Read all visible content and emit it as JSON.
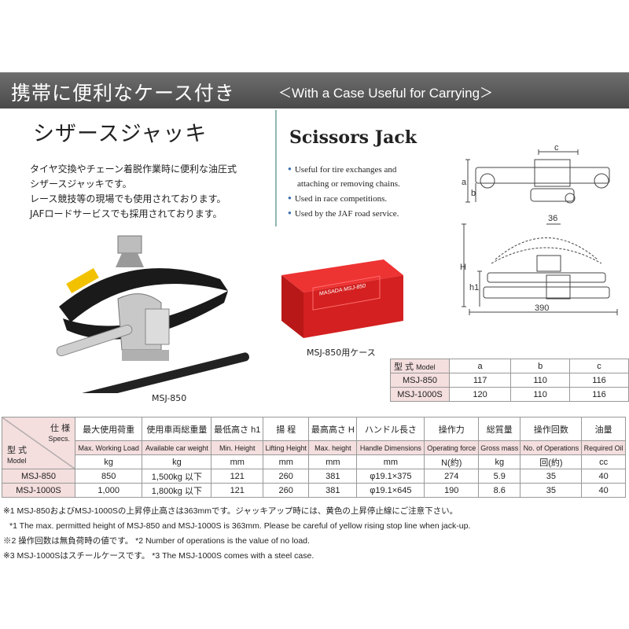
{
  "banner": {
    "jp": "携帯に便利なケース付き",
    "en": "＜With a Case Useful for Carrying＞"
  },
  "title_jp": "シザースジャッキ",
  "title_en": "Scissors Jack",
  "desc_jp": [
    "タイヤ交換やチェーン着脱作業時に便利な油圧式",
    "シザースジャッキです。",
    "レース競技等の現場でも使用されております。",
    "JAFロードサービスでも採用されております。"
  ],
  "desc_en": [
    "Useful for tire exchanges and",
    "attaching or removing chains.",
    "Used in race competitions.",
    "Used by the JAF road service."
  ],
  "captions": {
    "jack": "MSJ-850",
    "case": "MSJ-850用ケース",
    "case_label": "MASADA MSJ-850"
  },
  "diagram_labels": {
    "c": "c",
    "a": "a",
    "b": "b",
    "w36": "36",
    "H": "H",
    "h1": "h1",
    "w390": "390"
  },
  "small_table": {
    "header": {
      "model_jp": "型 式",
      "model_en": "Model",
      "cols": [
        "a",
        "b",
        "c"
      ]
    },
    "rows": [
      {
        "model": "MSJ-850",
        "values": [
          "117",
          "110",
          "116"
        ]
      },
      {
        "model": "MSJ-1000S",
        "values": [
          "120",
          "110",
          "116"
        ]
      }
    ]
  },
  "main_table": {
    "corner": {
      "spec_jp": "仕 様",
      "spec_en": "Specs.",
      "model_jp": "型 式",
      "model_en": "Model"
    },
    "cols": [
      {
        "jp": "最大使用荷重",
        "en": "Max. Working Load",
        "unit": "kg"
      },
      {
        "jp": "使用車両総重量",
        "en": "Available car weight",
        "unit": "kg"
      },
      {
        "jp": "最低高さ h1",
        "en": "Min. Height",
        "unit": "mm"
      },
      {
        "jp": "揚 程",
        "en": "Lifting Height",
        "unit": "mm"
      },
      {
        "jp": "最高高さ H",
        "en": "Max. height",
        "unit": "mm"
      },
      {
        "jp": "ハンドル長さ",
        "en": "Handle Dimensions",
        "unit": "mm"
      },
      {
        "jp": "操作力",
        "en": "Operating force",
        "unit": "N(約)"
      },
      {
        "jp": "総質量",
        "en": "Gross mass",
        "unit": "kg"
      },
      {
        "jp": "操作回数",
        "en": "No. of Operations",
        "unit": "回(約)"
      },
      {
        "jp": "油量",
        "en": "Required Oil",
        "unit": "cc"
      }
    ],
    "rows": [
      {
        "model": "MSJ-850",
        "values": [
          "850",
          "1,500kg 以下",
          "121",
          "260",
          "381",
          "φ19.1×375",
          "274",
          "5.9",
          "35",
          "40"
        ]
      },
      {
        "model": "MSJ-1000S",
        "values": [
          "1,000",
          "1,800kg 以下",
          "121",
          "260",
          "381",
          "φ19.1×645",
          "190",
          "8.6",
          "35",
          "40"
        ]
      }
    ]
  },
  "notes": [
    "※1 MSJ-850およびMSJ-1000Sの上昇停止高さは363mmです。ジャッキアップ時には、黄色の上昇停止線にご注意下さい。",
    "*1 The max. permitted height of MSJ-850 and MSJ-1000S is 363mm.   Please be careful of yellow rising stop line when jack-up.",
    "※2 操作回数は無負荷時の値です。 *2 Number of operations is the value of no load.",
    "※3 MSJ-1000Sはスチールケースです。 *3 The MSJ-1000S comes with a steel case."
  ],
  "colors": {
    "banner": "#555555",
    "pink": "#f4dede",
    "case_red": "#d42020",
    "jack_black": "#1a1a1a"
  }
}
